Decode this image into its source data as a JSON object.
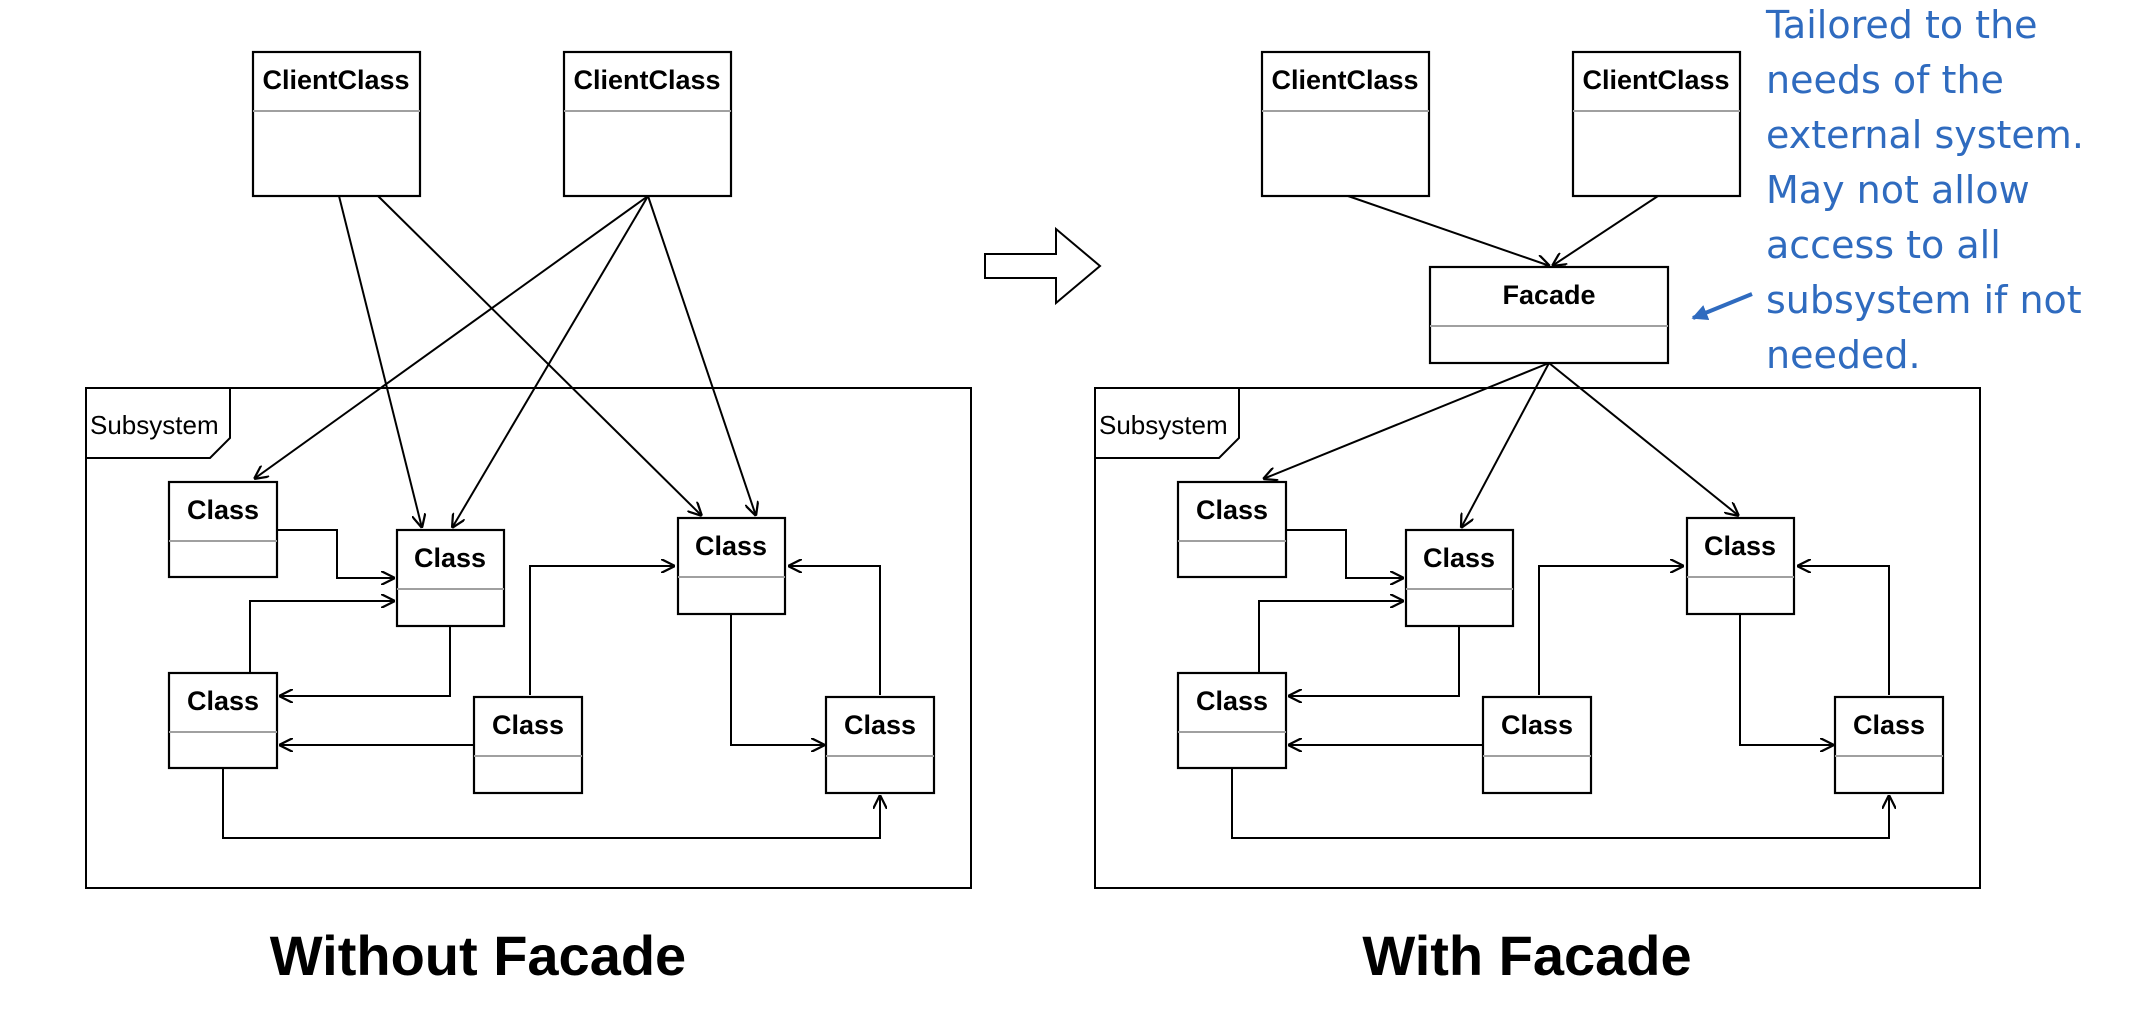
{
  "colors": {
    "note": "#2f6bbf",
    "stroke": "#000000"
  },
  "left": {
    "caption": "Without Facade",
    "frame_label": "Subsystem",
    "clients": [
      "ClientClass",
      "ClientClass"
    ],
    "classes": [
      "Class",
      "Class",
      "Class",
      "Class",
      "Class",
      "Class"
    ]
  },
  "right": {
    "caption": "With Facade",
    "frame_label": "Subsystem",
    "clients": [
      "ClientClass",
      "ClientClass"
    ],
    "facade": "Facade",
    "classes": [
      "Class",
      "Class",
      "Class",
      "Class",
      "Class",
      "Class"
    ]
  },
  "note": {
    "lines": [
      "Tailored to the",
      "needs of the",
      "external system.",
      "May not allow",
      "access to all",
      "subsystem if not",
      "needed."
    ]
  }
}
